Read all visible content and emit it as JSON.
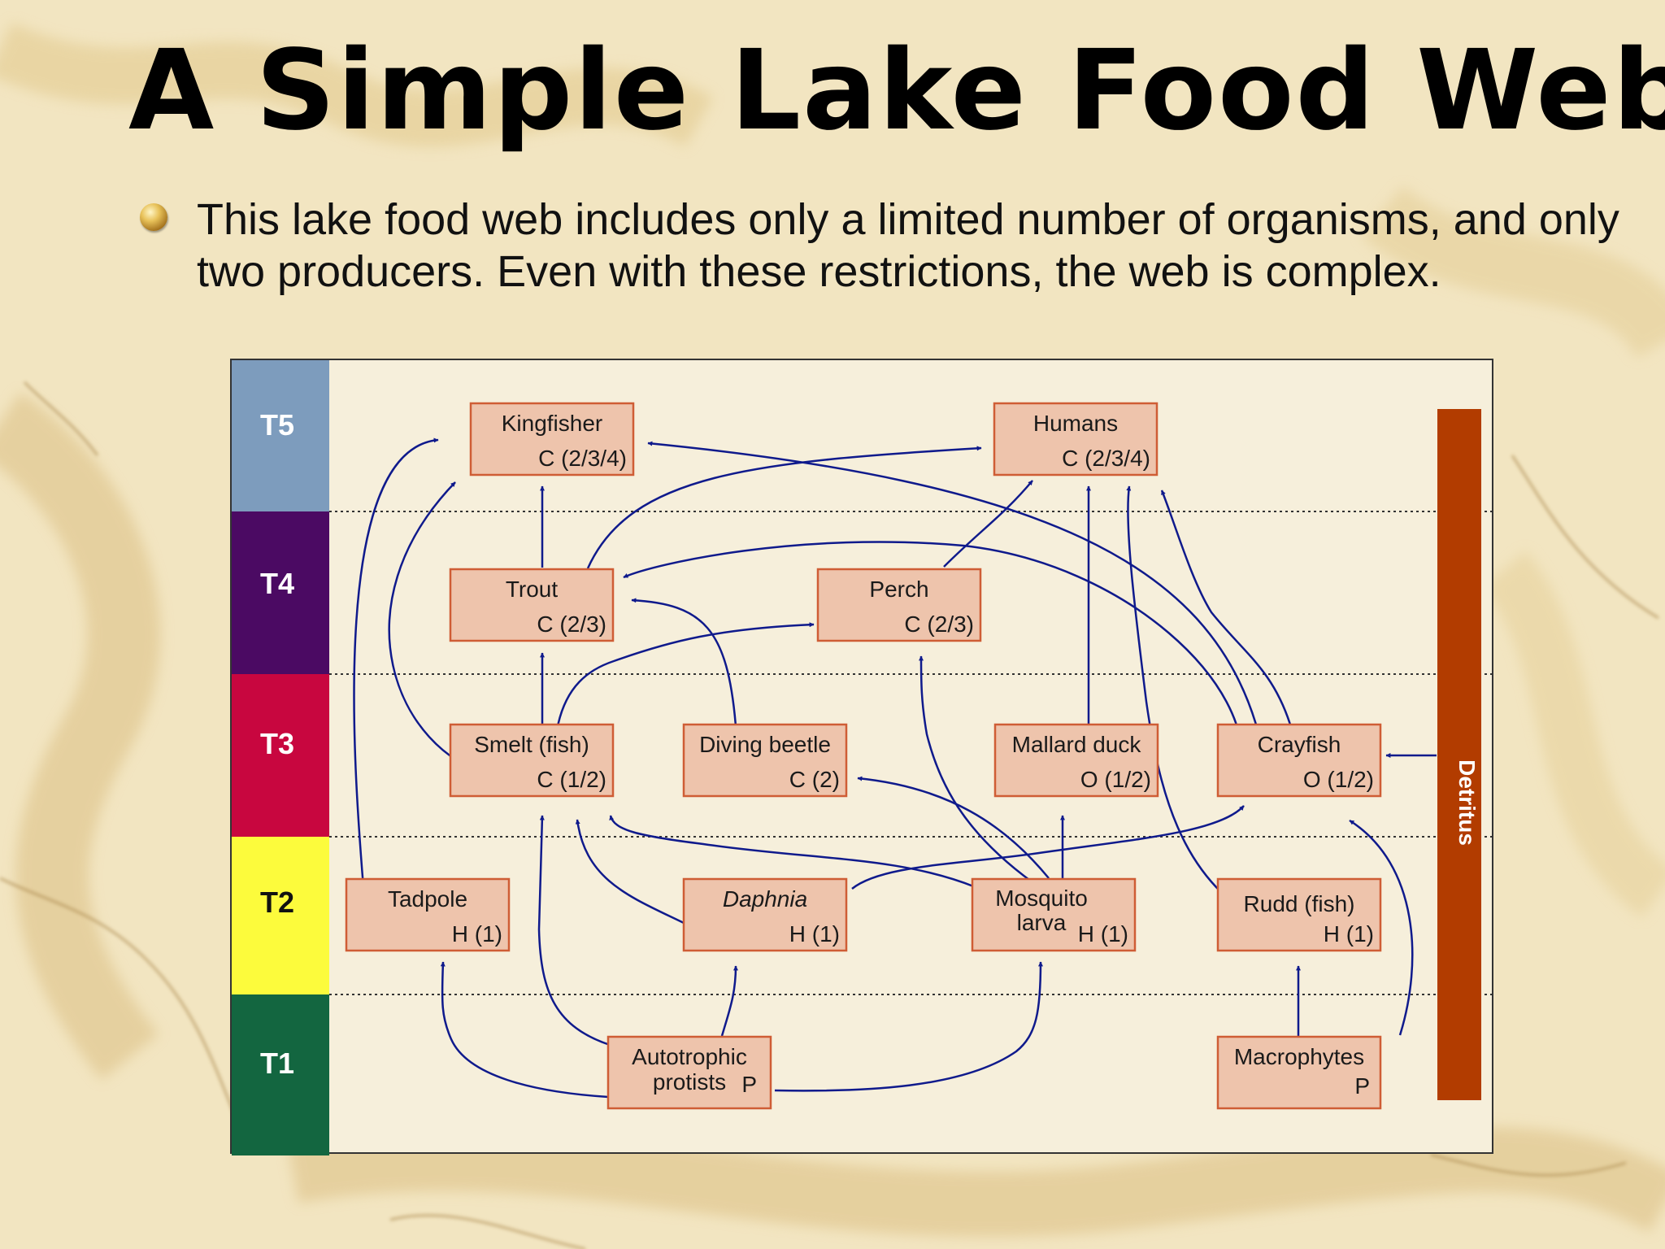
{
  "slide": {
    "title": "A Simple Lake Food Web",
    "bullet": "This lake food web includes only a limited number of organisms, and only two producers. Even with these restrictions, the web is complex."
  },
  "diagram": {
    "levels": [
      {
        "label": "T5",
        "color": "#7d9cbd"
      },
      {
        "label": "T4",
        "color": "#4b0a63"
      },
      {
        "label": "T3",
        "color": "#c8063f"
      },
      {
        "label": "T2",
        "color": "#fcfb3c"
      },
      {
        "label": "T1",
        "color": "#136640"
      }
    ],
    "detritus_label": "Detritus",
    "colors": {
      "node_fill": "#eec4ac",
      "node_border": "#cf5d35",
      "arrow": "#0f1a8c",
      "detritus": "#b23c00"
    },
    "nodes": {
      "kingfisher": {
        "name": "Kingfisher",
        "tag": "C (2/3/4)"
      },
      "humans": {
        "name": "Humans",
        "tag": "C (2/3/4)"
      },
      "trout": {
        "name": "Trout",
        "tag": "C (2/3)"
      },
      "perch": {
        "name": "Perch",
        "tag": "C (2/3)"
      },
      "smelt": {
        "name": "Smelt (fish)",
        "tag": "C (1/2)"
      },
      "diving_beetle": {
        "name": "Diving beetle",
        "tag": "C (2)"
      },
      "mallard": {
        "name": "Mallard duck",
        "tag": "O (1/2)"
      },
      "crayfish": {
        "name": "Crayfish",
        "tag": "O (1/2)"
      },
      "tadpole": {
        "name": "Tadpole",
        "tag": "H (1)"
      },
      "daphnia": {
        "name": "Daphnia",
        "tag": "H (1)"
      },
      "mosquito": {
        "name": "Mosquito larva",
        "name_lines": [
          "Mosquito",
          "larva"
        ],
        "tag": "H (1)"
      },
      "rudd": {
        "name": "Rudd (fish)",
        "tag": "H (1)"
      },
      "autotrophic": {
        "name": "Autotrophic protists",
        "name_lines": [
          "Autotrophic",
          "protists"
        ],
        "tag": "P"
      },
      "macrophytes": {
        "name": "Macrophytes",
        "tag": "P"
      }
    }
  }
}
